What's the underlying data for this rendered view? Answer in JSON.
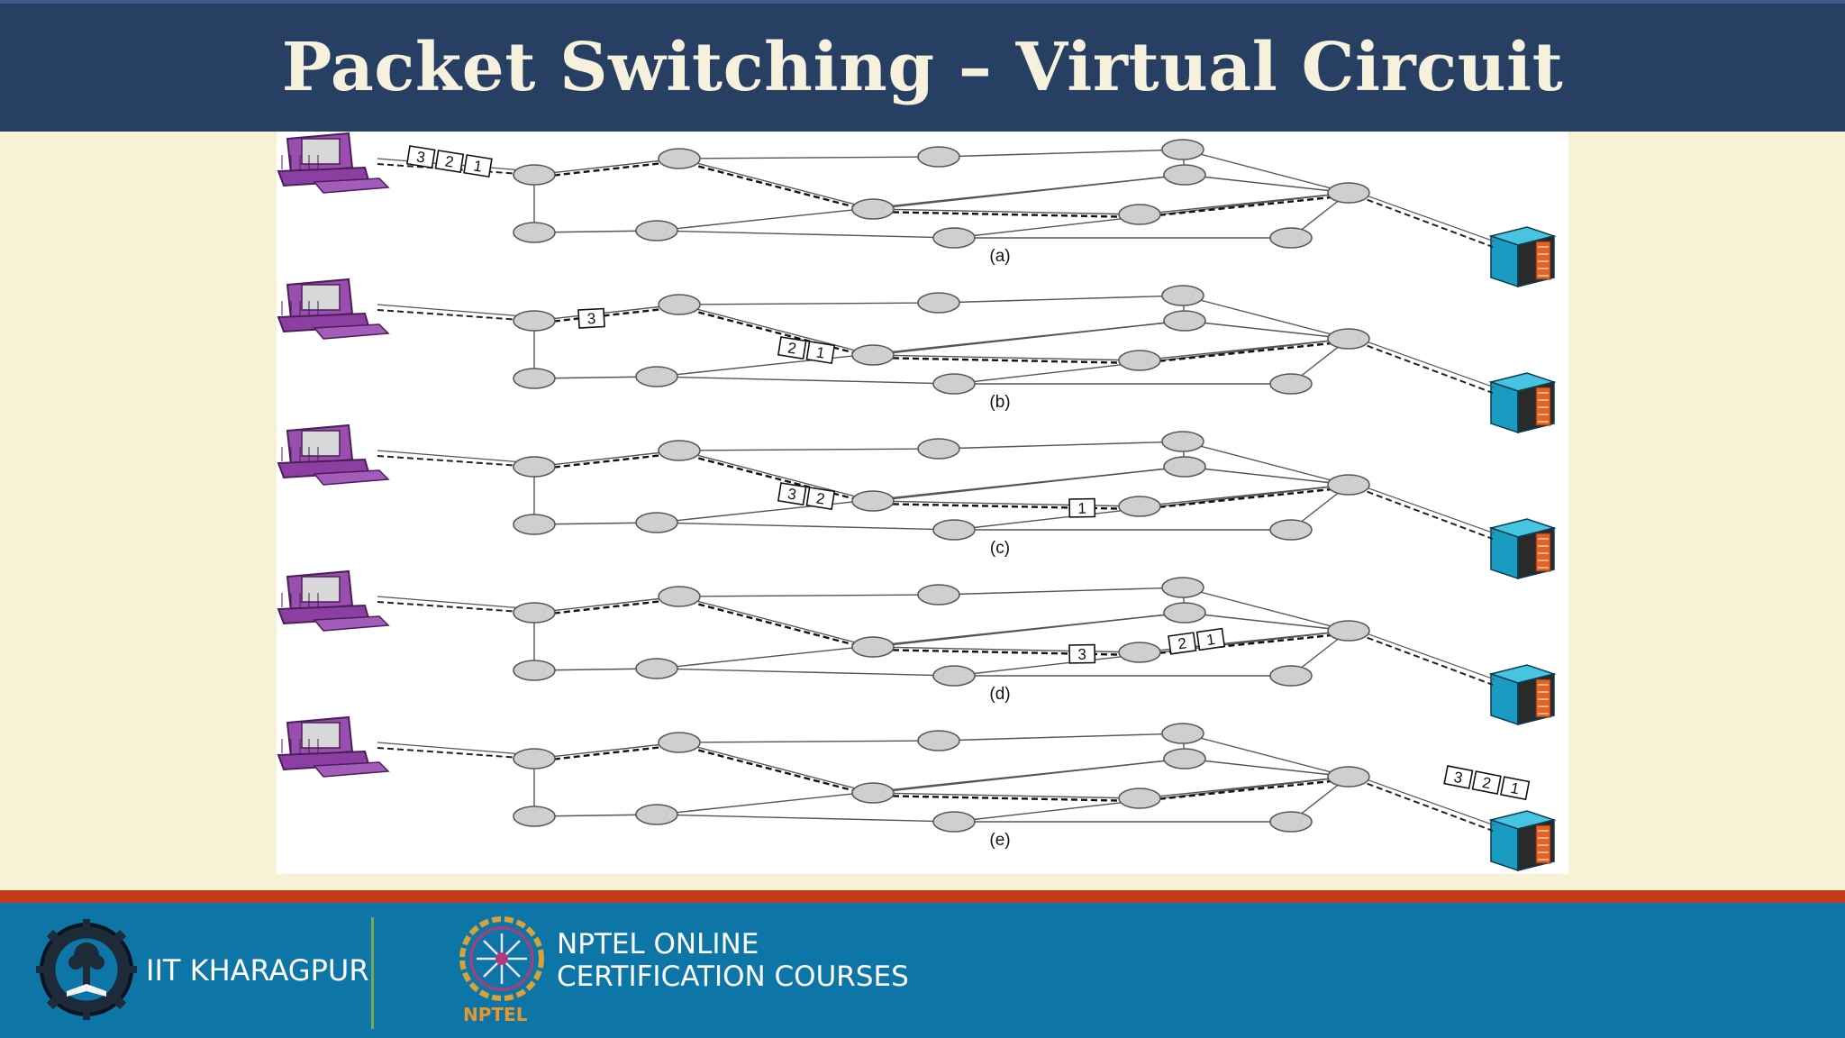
{
  "slide": {
    "title": "Packet Switching – Virtual Circuit"
  },
  "figure": {
    "panels": [
      {
        "label": "(a)",
        "packets": [
          {
            "group": "p-src",
            "labels": [
              "3",
              "2",
              "1"
            ]
          }
        ]
      },
      {
        "label": "(b)",
        "packets": [
          {
            "group": "p-n1",
            "labels": [
              "3"
            ]
          },
          {
            "group": "p-n2n4",
            "labels": [
              "2",
              "1"
            ]
          }
        ]
      },
      {
        "label": "(c)",
        "packets": [
          {
            "group": "p-n2n4",
            "labels": [
              "3",
              "2"
            ]
          },
          {
            "group": "p-n4n7",
            "labels": [
              "1"
            ]
          }
        ]
      },
      {
        "label": "(d)",
        "packets": [
          {
            "group": "p-n4n7",
            "labels": [
              "3"
            ]
          },
          {
            "group": "p-n7n10",
            "labels": [
              "2",
              "1"
            ]
          }
        ]
      },
      {
        "label": "(e)",
        "packets": [
          {
            "group": "p-dst",
            "labels": [
              "3",
              "2",
              "1"
            ]
          }
        ]
      }
    ]
  },
  "footer": {
    "institute": "IIT KHARAGPUR",
    "nptel_line1": "NPTEL ONLINE",
    "nptel_line2": "CERTIFICATION COURSES",
    "nptel_small": "NPTEL"
  }
}
